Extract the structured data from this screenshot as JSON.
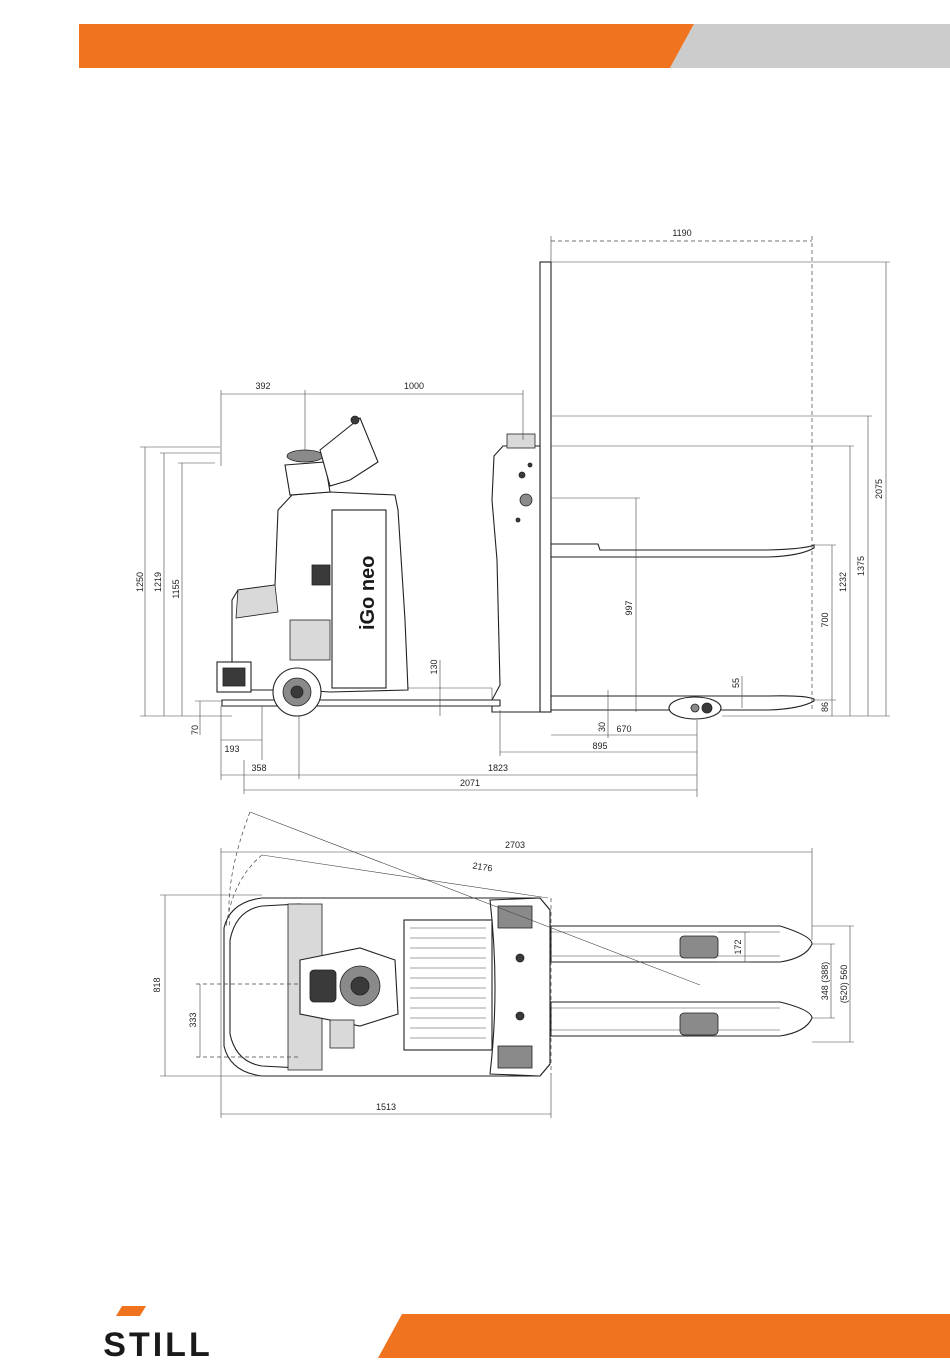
{
  "brand": {
    "logo_text": "STILL",
    "accent_color": "#f07320",
    "grey_color": "#cccccc",
    "logo_color": "#1a1a1a"
  },
  "side_view": {
    "model_label": "iGo neo",
    "dimensions": {
      "d1190": "1190",
      "d392": "392",
      "d1000": "1000",
      "d1250": "1250",
      "d1219": "1219",
      "d1155": "1155",
      "d70": "70",
      "d2075": "2075",
      "d1375": "1375",
      "d1232": "1232",
      "d700": "700",
      "d86": "86",
      "d997": "997",
      "d130": "130",
      "d55": "55",
      "d30": "30",
      "d670": "670",
      "d895": "895",
      "d193": "193",
      "d358": "358",
      "d1823": "1823",
      "d2071": "2071"
    }
  },
  "top_view": {
    "dimensions": {
      "d2703": "2703",
      "d2176": "2176",
      "d818": "818",
      "d333": "333",
      "d172": "172",
      "d348": "348 (388)",
      "d560": "(520) 560",
      "d1513": "1513"
    }
  }
}
